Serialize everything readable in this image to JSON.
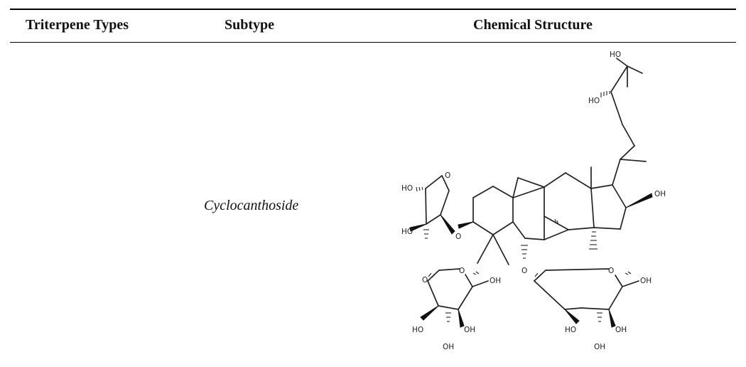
{
  "table": {
    "headers": [
      "Triterpene Types",
      "Subtype",
      "Chemical Structure"
    ],
    "rows": [
      {
        "type": "",
        "subtype": "Cyclocanthoside"
      }
    ]
  },
  "structure_labels": {
    "ho_top": "HO",
    "ho_side": "HO",
    "oh_d_ring": "OH",
    "ho_xyl_top": "HO",
    "ho_xyl_bottom": "HO",
    "o_xyl_ring": "O",
    "o_link_c3": "O",
    "o_link_sugar1": "O",
    "o_link_c6": "O",
    "o_sugar1_ring": "O",
    "oh_sugar1_ch2": "OH",
    "ho_sugar1": "HO",
    "oh_sugar1": "OH",
    "oh_sugar1_bottom": "OH",
    "o_sugar2_ring": "O",
    "oh_sugar2_ch2": "OH",
    "ho_sugar2": "HO",
    "oh_sugar2": "OH",
    "oh_sugar2_bottom": "OH"
  }
}
